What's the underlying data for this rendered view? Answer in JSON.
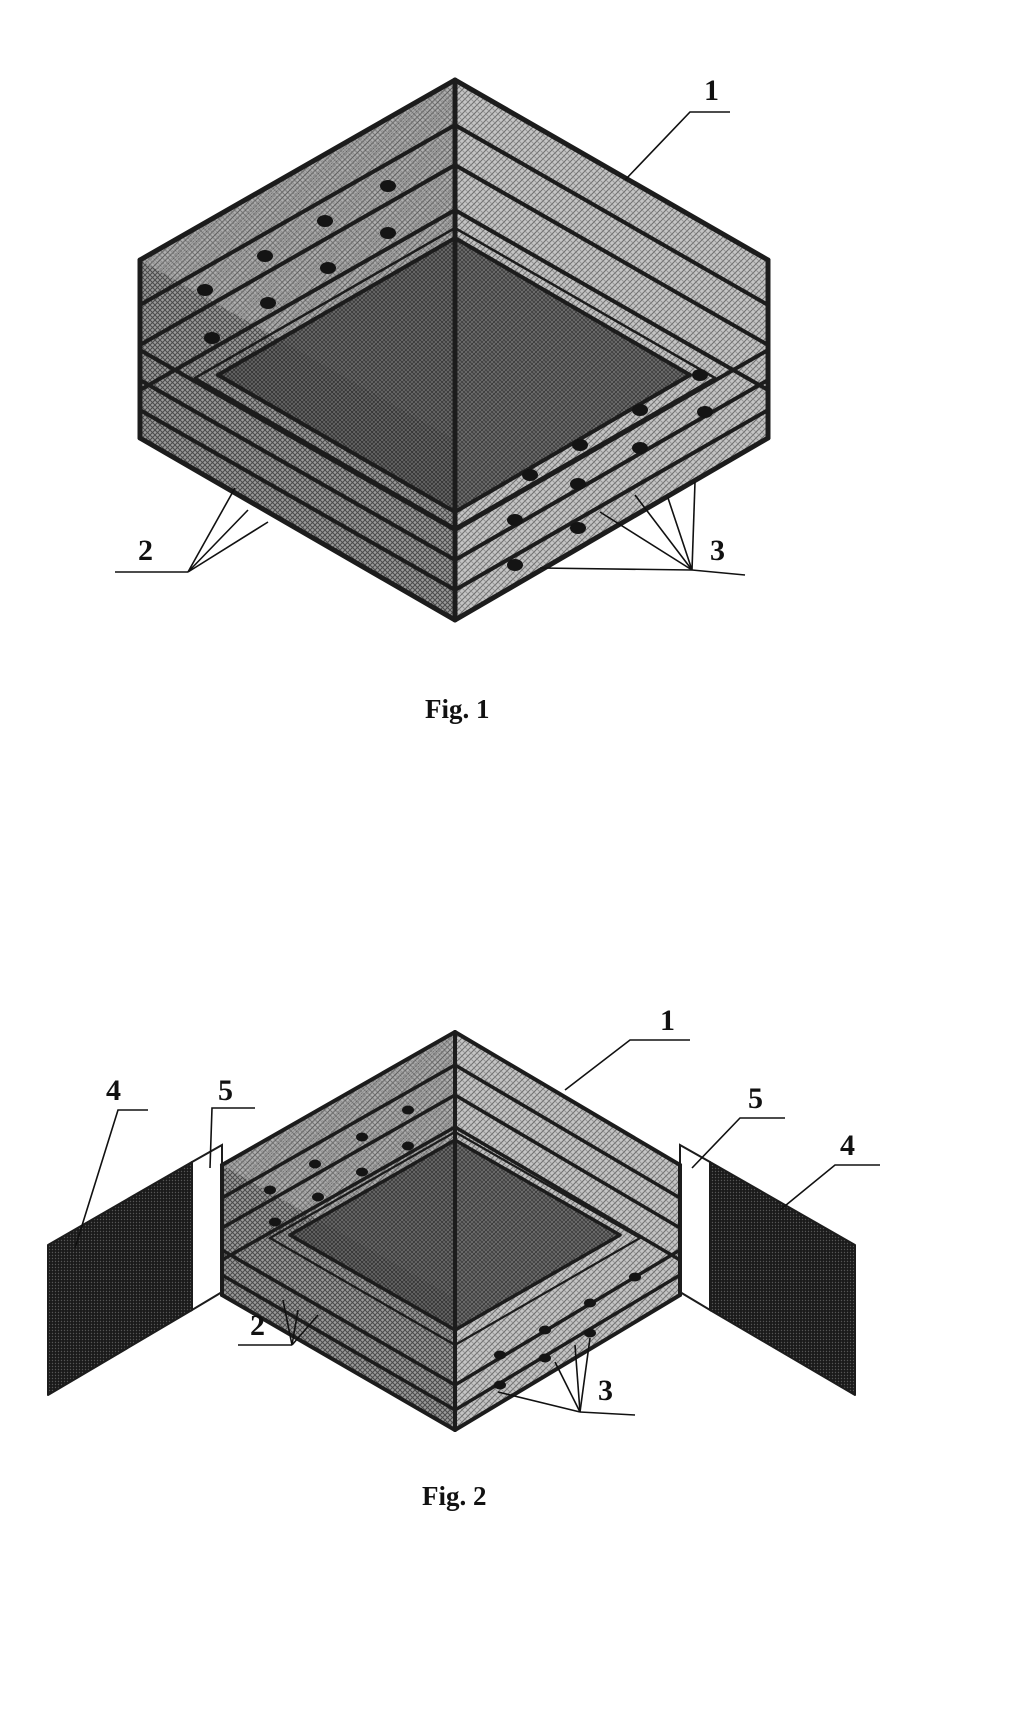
{
  "figures": [
    {
      "caption": "Fig. 1",
      "callouts": [
        "1",
        "2",
        "3"
      ]
    },
    {
      "caption": "Fig. 2",
      "callouts": [
        "1",
        "2",
        "3",
        "4",
        "5",
        "5",
        "4"
      ]
    }
  ],
  "colors": {
    "frame": "#1c1c1c",
    "mesh_dark": "#5a5a5a",
    "mesh_light": "#a8a8a8",
    "panel": "#101010"
  }
}
